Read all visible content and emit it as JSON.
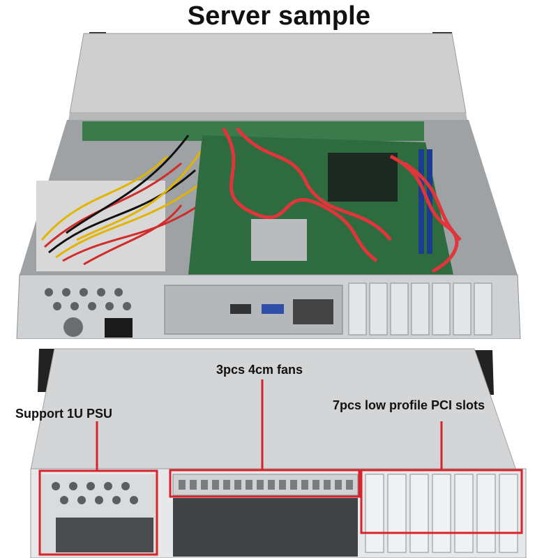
{
  "title": "Server sample",
  "annotations": {
    "psu": "Support 1U PSU",
    "fans": "3pcs 4cm fans",
    "pci": "7pcs low profile PCI slots"
  },
  "colors": {
    "callout": "#d8232a",
    "chassis": "#c9c9c9",
    "board": "#2e6b3f",
    "sata_cable": "#e0353b"
  }
}
